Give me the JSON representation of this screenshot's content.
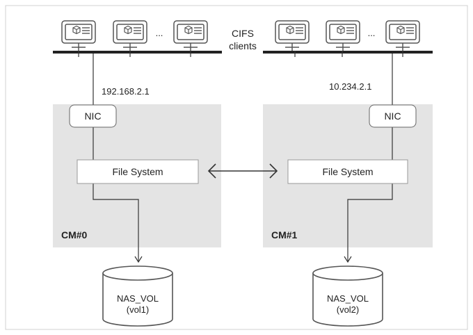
{
  "clients_label": [
    "CIFS",
    "clients"
  ],
  "ellipsis": "...",
  "left": {
    "ip": "192.168.2.1",
    "nic": "NIC",
    "fs": "File System",
    "cm": "CM#0",
    "vol": [
      "NAS_VOL",
      "(vol1)"
    ]
  },
  "right": {
    "ip": "10.234.2.1",
    "nic": "NIC",
    "fs": "File System",
    "cm": "CM#1",
    "vol": [
      "NAS_VOL",
      "(vol2)"
    ]
  },
  "colors": {
    "border": "#d0d0d0",
    "cm_box": "#e4e4e4",
    "line": "#333333",
    "client_stroke": "#555555",
    "bus": "#222222"
  },
  "icons": {
    "client": "desktop-monitor-icon",
    "link": "double-arrow-icon",
    "arrow": "arrow-down-icon",
    "volume": "cylinder-volume-icon"
  }
}
